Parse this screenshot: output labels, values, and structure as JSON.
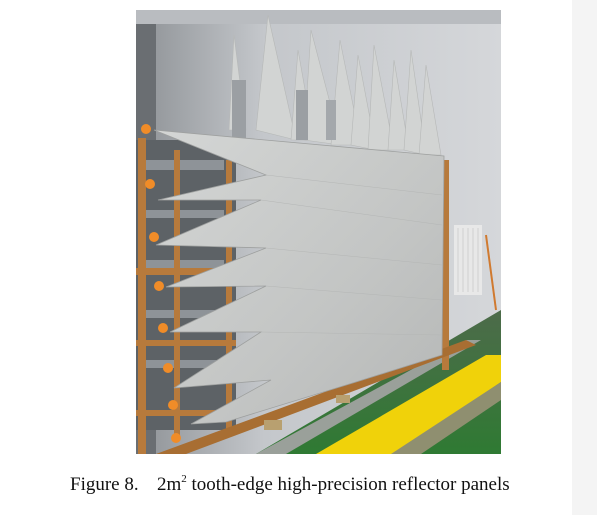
{
  "figure": {
    "number": "Figure 8.",
    "caption_prefix": "2m",
    "caption_superscript": "2",
    "caption_rest": " tooth-edge high-precision reflector panels"
  },
  "photo": {
    "colors": {
      "wall": "#c9ccd0",
      "panel": "#c7c9c8",
      "frame": "#b77a3c",
      "floor_green": "#3c8a3c",
      "floor_yellow": "#f0d20a",
      "marker_orange": "#f08c28"
    }
  }
}
